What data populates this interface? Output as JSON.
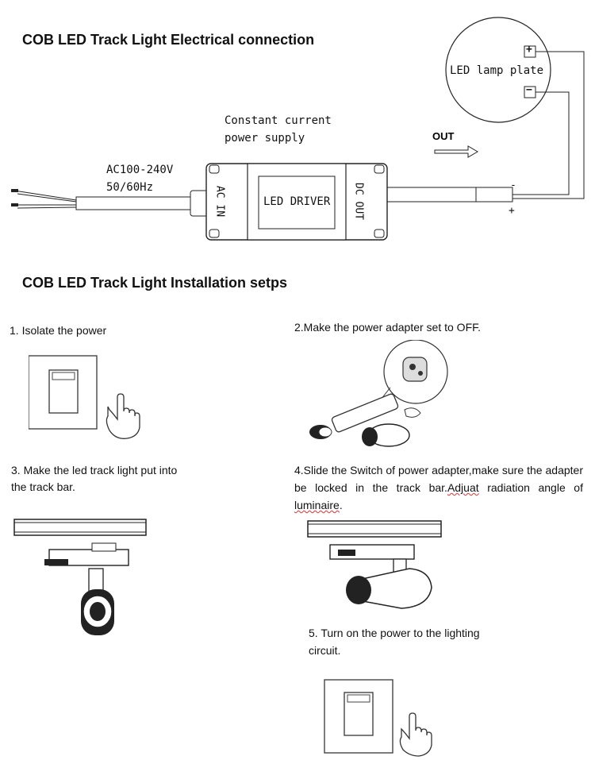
{
  "electrical": {
    "title": "COB LED Track Light Electrical connection",
    "lamp_plate_label": "LED lamp plate",
    "lamp_plus": "+",
    "lamp_minus": "−",
    "supply_line1": "Constant current",
    "supply_line2": "power supply",
    "out_label": "OUT",
    "ac_voltage": "AC100-240V",
    "ac_freq": "50/60Hz",
    "driver_label": "LED DRIVER",
    "ac_in_label": "AC IN",
    "dc_out_label": "DC OUT",
    "wire_minus": "-",
    "wire_plus": "+"
  },
  "installation": {
    "title": "COB LED Track Light Installation setps",
    "step1": "1. Isolate the power",
    "step2": "2.Make the power adapter set to OFF.",
    "step3_line1": "3. Make the led    track light put into",
    "step3_line2": "the track bar.",
    "step4_part1": "4.Slide the Switch of power adapter,make sure the adapter be locked in the track bar.",
    "step4_typo": "Adjuat",
    "step4_part2": " radiation angle of ",
    "step4_typo2": "luminaire",
    "step4_end": ".",
    "step5_line1": "5. Turn on the power to the lighting",
    "step5_line2": "circuit."
  }
}
